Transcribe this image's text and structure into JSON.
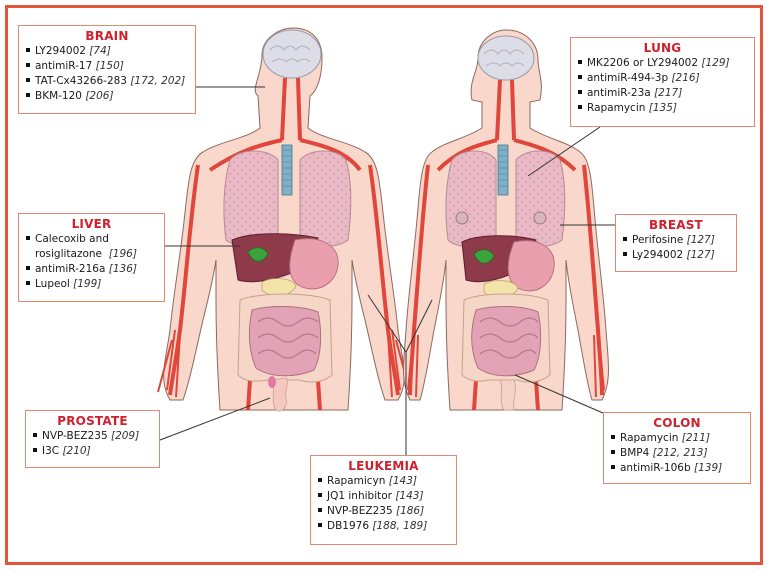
{
  "figure": {
    "frame_color": "#e5553a",
    "heading_color": "#d0202e",
    "box_border_color": "#e08a74",
    "figures": [
      "male-body",
      "female-body"
    ]
  },
  "boxes": {
    "brain": {
      "title": "BRAIN",
      "items": [
        {
          "name": "LY294002",
          "ref": "[74]"
        },
        {
          "name": "antimiR-17",
          "ref": "[150]"
        },
        {
          "name": "TAT-Cx43266-283",
          "ref": "[172, 202]"
        },
        {
          "name": "BKM-120",
          "ref": "[206]"
        }
      ]
    },
    "liver": {
      "title": "LIVER",
      "items": [
        {
          "name": "Calecoxib and",
          "name2": "rosiglitazone",
          "ref": "[196]"
        },
        {
          "name": "antimiR-216a",
          "ref": "[136]"
        },
        {
          "name": "Lupeol",
          "ref": "[199]"
        }
      ]
    },
    "prostate": {
      "title": "PROSTATE",
      "items": [
        {
          "name": "NVP-BEZ235",
          "ref": "[209]"
        },
        {
          "name": "I3C",
          "ref": "[210]"
        }
      ]
    },
    "leukemia": {
      "title": "LEUKEMIA",
      "items": [
        {
          "name": "Rapamicyn",
          "ref": "[143]"
        },
        {
          "name": "JQ1 inhibitor",
          "ref": "[143]"
        },
        {
          "name": "NVP-BEZ235",
          "ref": "[186]"
        },
        {
          "name": "DB1976",
          "ref": "[188, 189]"
        }
      ]
    },
    "lung": {
      "title": "LUNG",
      "items": [
        {
          "name": "MK2206 or LY294002",
          "ref": "[129]"
        },
        {
          "name": "antimiR-494-3p",
          "ref": "[216]"
        },
        {
          "name": "antimiR-23a",
          "ref": "[217]"
        },
        {
          "name": "Rapamycin",
          "ref": "[135]"
        }
      ]
    },
    "breast": {
      "title": "BREAST",
      "items": [
        {
          "name": "Perifosine",
          "ref": "[127]"
        },
        {
          "name": "Ly294002",
          "ref": "[127]"
        }
      ]
    },
    "colon": {
      "title": "COLON",
      "items": [
        {
          "name": "Rapamycin",
          "ref": "[211]"
        },
        {
          "name": "BMP4",
          "ref": "[212, 213]"
        },
        {
          "name": "antimiR-106b",
          "ref": "[139]"
        }
      ]
    }
  }
}
